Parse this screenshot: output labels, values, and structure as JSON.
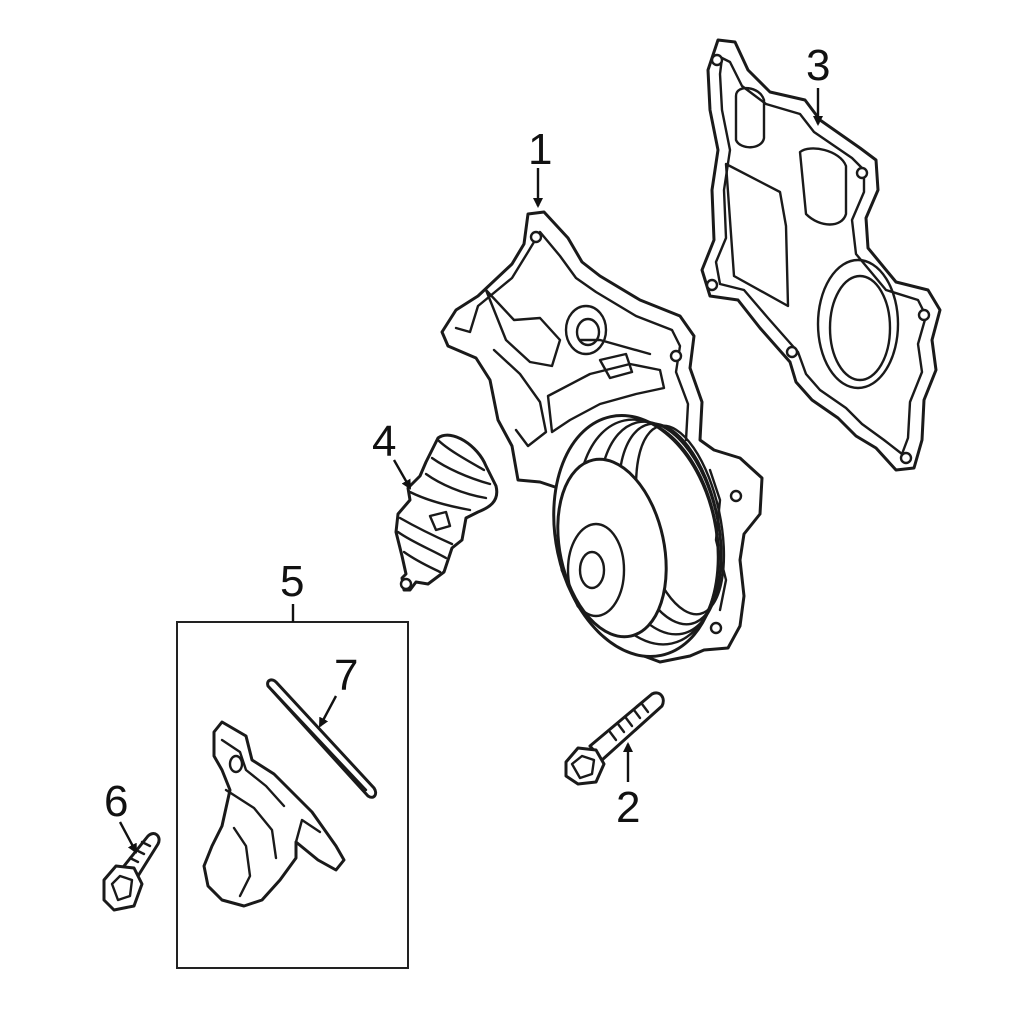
{
  "callouts": [
    {
      "id": "1",
      "label": "1"
    },
    {
      "id": "2",
      "label": "2"
    },
    {
      "id": "3",
      "label": "3"
    },
    {
      "id": "4",
      "label": "4"
    },
    {
      "id": "5",
      "label": "5"
    },
    {
      "id": "6",
      "label": "6"
    },
    {
      "id": "7",
      "label": "7"
    }
  ],
  "colors": {
    "line": "#1a1a1a",
    "background": "#ffffff"
  }
}
